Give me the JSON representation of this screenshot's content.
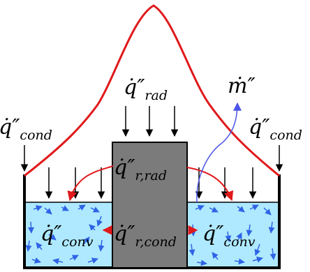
{
  "labels": {
    "q_rad": {
      "sym": "q̇″",
      "sub": "rad"
    },
    "q_cond_left": {
      "sym": "q̇″",
      "sub": "cond"
    },
    "q_cond_right": {
      "sym": "q̇″",
      "sub": "cond"
    },
    "m_dot": {
      "sym": "ṁ″"
    },
    "q_r_rad": {
      "sym": "q̇″",
      "sub": "r,rad"
    },
    "q_r_cond": {
      "sym": "q̇″",
      "sub": "r,cond"
    },
    "q_conv_left": {
      "sym": "q̇″",
      "sub": "conv"
    },
    "q_conv_right": {
      "sym": "q̇″",
      "sub": "conv"
    }
  },
  "colors": {
    "profile": "#e0191b",
    "block": "#7b7b7b",
    "liquid": "#aee9ff",
    "circulation": "#2f63e6",
    "mass_flux": "#4b55e8",
    "outline": "#000000"
  }
}
